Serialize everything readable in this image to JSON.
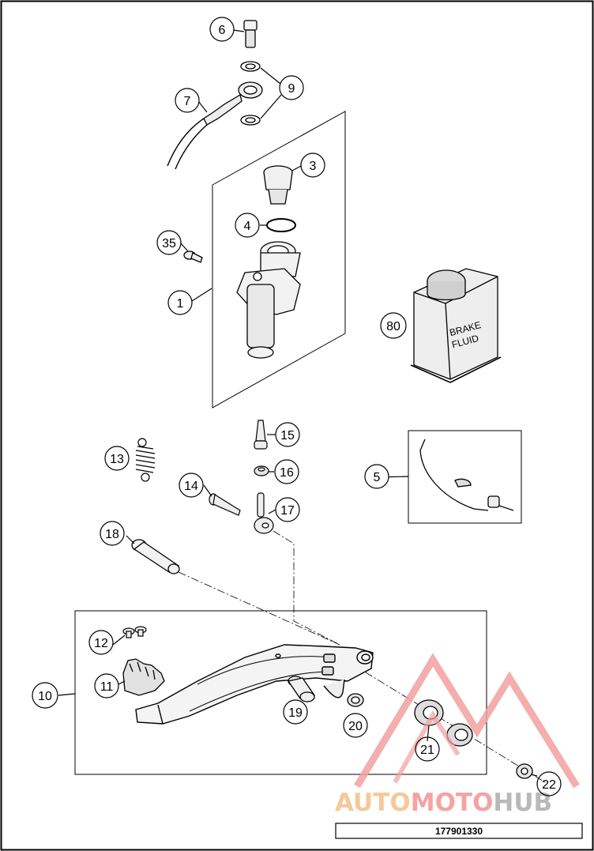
{
  "diagram": {
    "callouts": {
      "c6": "6",
      "c9": "9",
      "c7": "7",
      "c3": "3",
      "c4": "4",
      "c35": "35",
      "c1": "1",
      "c80": "80",
      "c15": "15",
      "c13": "13",
      "c16": "16",
      "c5": "5",
      "c14": "14",
      "c17": "17",
      "c18": "18",
      "c12": "12",
      "c10": "10",
      "c11": "11",
      "c19": "19",
      "c20": "20",
      "c21": "21",
      "c22": "22"
    },
    "bottle_label": {
      "line1": "BRAKE",
      "line2": "FLUID"
    }
  },
  "watermark": {
    "part1": "AUTO",
    "part2": "MOTO",
    "part3": "HUB",
    "colors": {
      "auto": "#f5c99a",
      "moto": "#f4a3a3",
      "hub": "#b9b9b9"
    }
  },
  "footer": {
    "code": "177901330"
  }
}
